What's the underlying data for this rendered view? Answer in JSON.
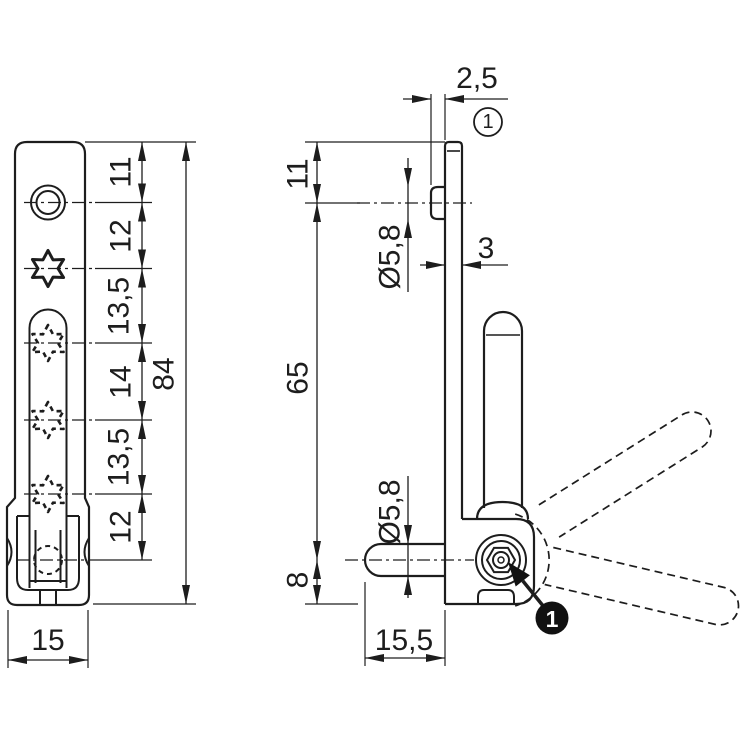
{
  "drawing_type": "technical dimension drawing (window handle bracket, front and side views)",
  "colors": {
    "background": "#ffffff",
    "line": "#1d1d1d"
  },
  "front_view": {
    "chain": {
      "d1": "11",
      "d2": "12",
      "d3": "13,5",
      "d4": "14",
      "d5": "13,5",
      "d6": "12"
    },
    "overall_height": "84",
    "foot_width": "15"
  },
  "side_view": {
    "head_protrusion": "2,5",
    "top_offset": "11",
    "top_rivet_diameter": "Ø5,8",
    "plate_thickness": "3",
    "center_span": "65",
    "pin_diameter": "Ø5,8",
    "bottom_offset": "8",
    "pin_reach": "15,5"
  },
  "callouts": {
    "detail_reference": "1",
    "item_number": "1"
  }
}
